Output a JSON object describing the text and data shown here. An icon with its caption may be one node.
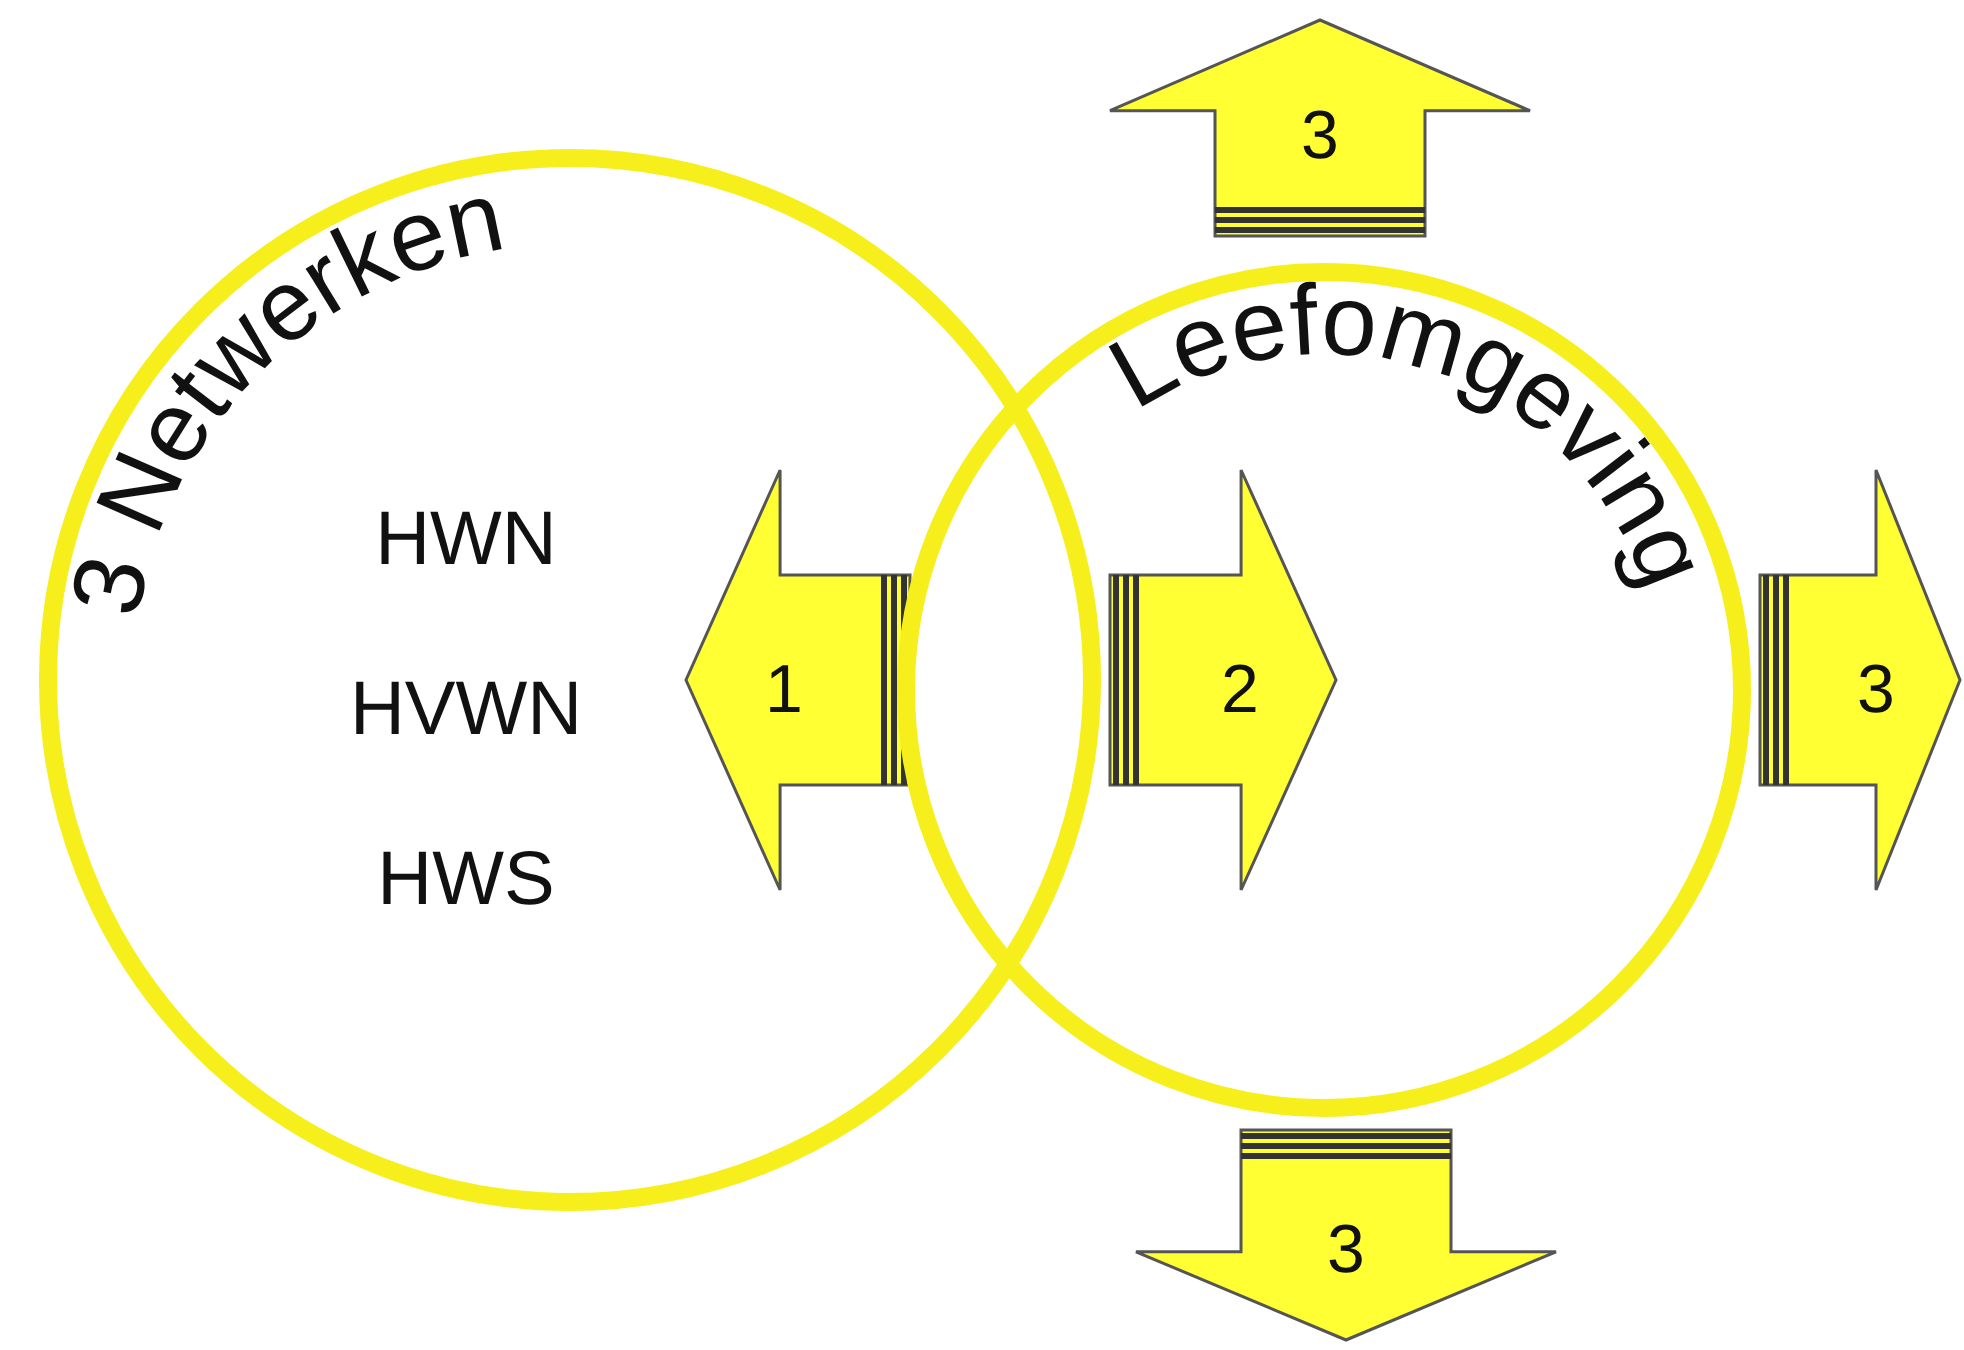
{
  "diagram": {
    "nodes": [
      {
        "text": [
          "3 Netwerken",
          "HWN",
          "HVWN",
          "HWS"
        ]
      },
      {
        "text": [
          "Leefomgeving"
        ]
      },
      {
        "text": [
          "1"
        ],
        "in": 0
      },
      {
        "text": [
          "2"
        ],
        "in": 1
      },
      {
        "text": [
          "3"
        ]
      },
      {
        "text": [
          "3"
        ]
      },
      {
        "text": [
          "3"
        ]
      }
    ]
  }
}
